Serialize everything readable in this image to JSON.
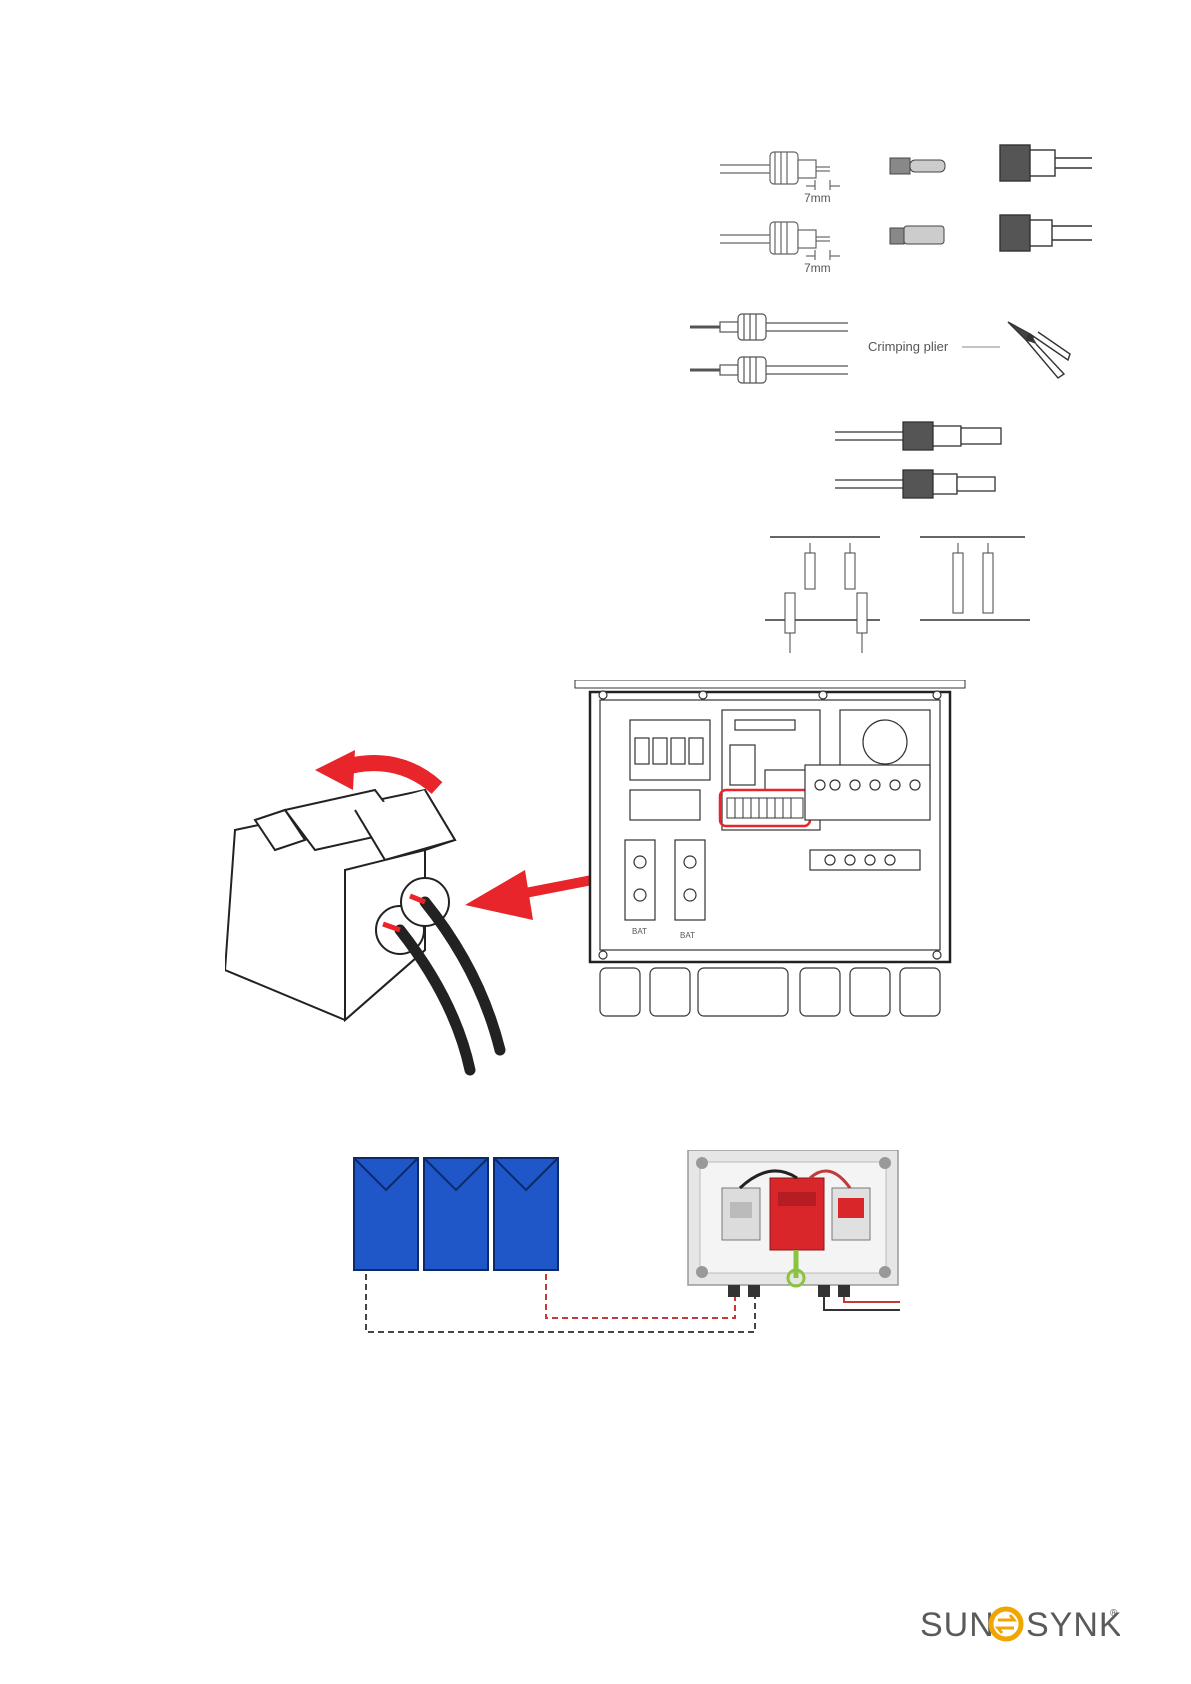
{
  "connector_steps": {
    "strip_length_1": "7mm",
    "strip_length_2": "7mm",
    "tool_label": "Crimping plier"
  },
  "branding": {
    "logo_left": "SUN",
    "logo_right": "SYNK",
    "registered_mark": "®",
    "accent_color": "#f0a500"
  },
  "inverter": {
    "terminal_labels": [
      "BAT",
      "BAT"
    ]
  },
  "colors": {
    "arrow_red": "#e8252a",
    "panel_blue": "#1f56c8",
    "breaker_red": "#d9262b"
  }
}
